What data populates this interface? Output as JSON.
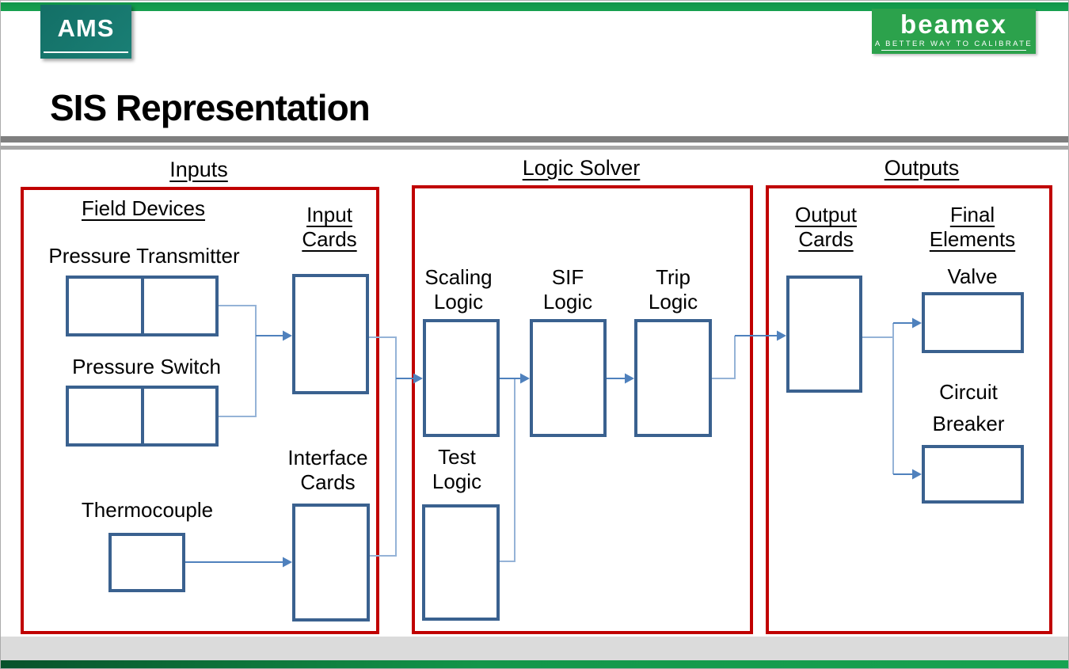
{
  "slide": {
    "title": "SIS Representation"
  },
  "logos": {
    "ams": {
      "text": "AMS"
    },
    "beamex": {
      "wordmark": "beamex",
      "tagline": "A BETTER WAY TO CALIBRATE"
    }
  },
  "diagram": {
    "inputs": {
      "header": "Inputs",
      "field_devices": "Field Devices",
      "pressure_transmitter": "Pressure Transmitter",
      "pressure_switch": "Pressure Switch",
      "thermocouple": "Thermocouple",
      "input_cards": [
        "Input",
        "Cards"
      ],
      "interface_cards": [
        "Interface",
        "Cards"
      ]
    },
    "logic_solver": {
      "header": "Logic Solver",
      "scaling_logic": [
        "Scaling",
        "Logic"
      ],
      "sif_logic": [
        "SIF",
        "Logic"
      ],
      "trip_logic": [
        "Trip",
        "Logic"
      ],
      "test_logic": [
        "Test",
        "Logic"
      ]
    },
    "outputs": {
      "header": "Outputs",
      "output_cards": [
        "Output",
        "Cards"
      ],
      "final_elements": [
        "Final",
        "Elements"
      ],
      "valve": "Valve",
      "circuit_breaker": [
        "Circuit",
        "Breaker"
      ]
    }
  },
  "colors": {
    "section_border_red": "#C00000",
    "component_border_blue": "#3A618F",
    "connector_light_blue": "#95B3D7",
    "connector_arrow_blue": "#4F81BD",
    "top_bar_green": "#149C4C",
    "beamex_green": "#2CA24C",
    "ams_teal": "#17776D",
    "rule_gray": "#7F7F7F"
  }
}
